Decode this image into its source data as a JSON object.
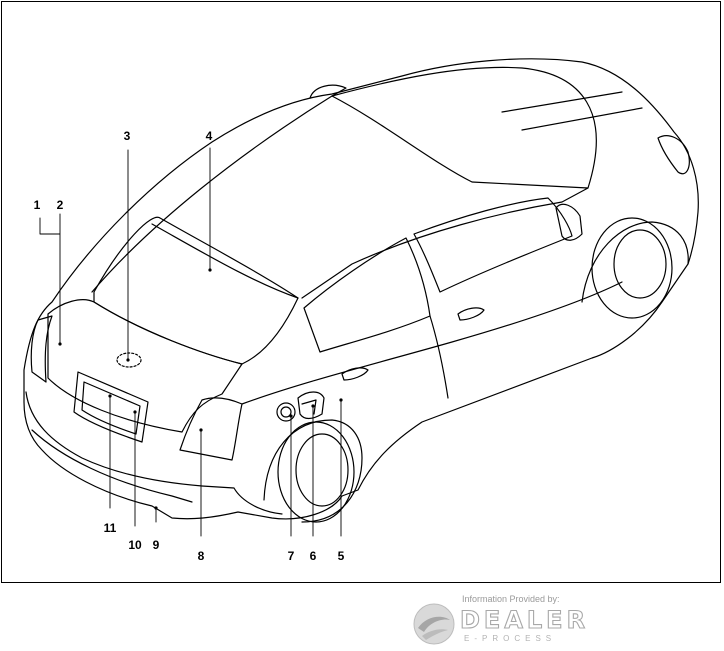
{
  "figure": {
    "callouts": [
      {
        "id": "1",
        "label": "1"
      },
      {
        "id": "2",
        "label": "2"
      },
      {
        "id": "3",
        "label": "3"
      },
      {
        "id": "4",
        "label": "4"
      },
      {
        "id": "5",
        "label": "5"
      },
      {
        "id": "6",
        "label": "6"
      },
      {
        "id": "7",
        "label": "7"
      },
      {
        "id": "8",
        "label": "8"
      },
      {
        "id": "9",
        "label": "9"
      },
      {
        "id": "10",
        "label": "10"
      },
      {
        "id": "11",
        "label": "11"
      }
    ]
  },
  "credit": {
    "caption": "Information Provided by:",
    "word": "DEALER",
    "sub": "E-PROCESS",
    "logo_icon": "swirl-globe-icon"
  }
}
